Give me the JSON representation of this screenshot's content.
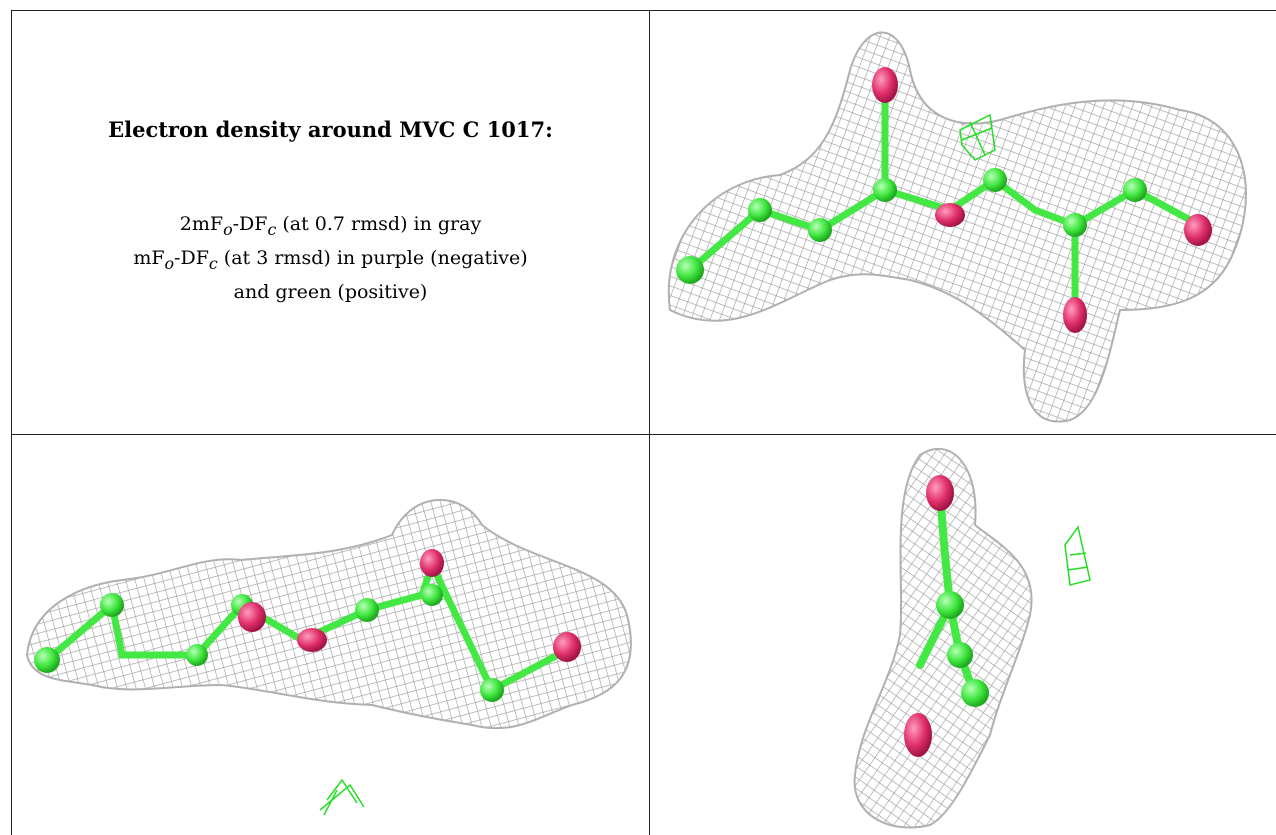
{
  "caption": {
    "title": "Electron density around MVC C 1017:",
    "line1": "2mFₒ-DFᴄ (at 0.7 rmsd) in gray",
    "line2": "mFₒ-DFᴄ (at 3 rmsd) in purple (negative)",
    "line3": "and green (positive)"
  },
  "colors": {
    "mesh_gray": "#a8a8a8",
    "carbon_green": "#44e844",
    "oxygen_pink": "#e0306a",
    "diff_green": "#22dd22",
    "border": "#222222"
  },
  "views": [
    {
      "label": "view-top-right"
    },
    {
      "label": "view-bottom-left"
    },
    {
      "label": "view-bottom-right"
    }
  ]
}
